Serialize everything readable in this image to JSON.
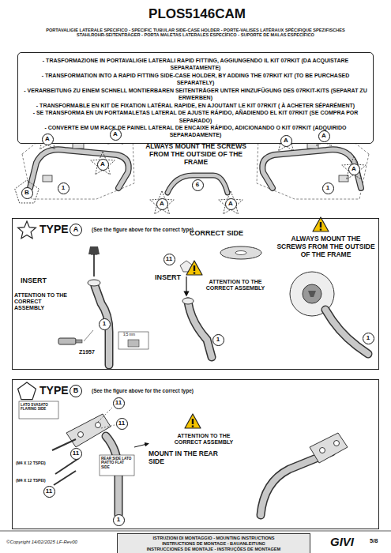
{
  "diagram": {
    "title": "PLOS5146CAM",
    "nodes": [
      {
        "text": [
          "- TRASFORMAZIONE IN PORTAVALIGIE LATERALI RAPID FITTING, AGGIUNGENDO IL KIT 07RKIT (DA ACQUISTARE SEPARATAMENTE)",
          "- TRANSFORMATION INTO A RAPID FITTING SIDE-CASE HOLDER, BY ADDING THE 07RKIT KIT (TO BE PURCHASED SEPARATELY)",
          "- VERARBEITUNG ZU EINEM SCHNELL MONTIERBAREN SEITENTRÄGER UNTER HINZUFÜGUNG DES 07RKIT-KITS (SEPARAT ZU ERWERBEN)",
          "- TRANSFORMABLE EN KIT DE FIXATION LATÉRAL RAPIDE, EN AJOUTANT LE KIT 07RKIT ( À ACHETER SÉPARÉMENT)",
          "- SE TRANSFORMA EN UN PORTAMALETAS LATERAL DE AJUSTE RÁPIDO, AÑADIENDO EL KIT 07RKIT (SE COMPRA POR SEPARADO)",
          "- CONVERTE EM UM RACK DE PAINEL LATERAL DE ENCAIXE RÁPIDO, ADICIONANDO O KIT 07RKIT (ADQUIRIDO SEPARADAMENTE)"
        ]
      },
      {
        "text": [
          "TYPE",
          "A",
          "(See the figure above for the correct type)"
        ]
      },
      {
        "text": [
          "TYPE",
          "B",
          "(See the figure above for the correct type)"
        ]
      },
      {
        "text": [
          "ISTRUZIONI DI MONTAGGIO - MOUNTING INSTRUCTIONS",
          "INSTRUCTIONS DE MONTAGE - BAUANLEITUNG",
          "INSTRUCCIONES DE MONTAJE - INSTRUÇÕES DE MONTAGEM"
        ]
      }
    ],
    "labels": [
      "PORTAVALIGIE LATERALE SPECIFICO - SPECIFIC TUBULAR SIDE-CASE HOLDER - PORTE-VALISES LATÉRAUX SPÉCIFIQUE SPEZIFISCHES STAHLROHR-SEITENTRÄGER - PORTA MALETAS LATERALES ESPECÍFICO - SUPORTE DE MALAS ESPECÍFICO",
      "A",
      "A",
      "A",
      "B",
      "1",
      "ALWAYS MOUNT THE SCREWS FROM THE OUTSIDE OF THE FRAME",
      "6",
      "A",
      "A",
      "A",
      "A",
      "A",
      "1",
      "INSERT",
      "ATTENTION TO THE CORRECT ASSEMBLY",
      "1",
      "Z1957",
      "3,5 mm",
      "CORRECT SIDE",
      "11",
      "INSERT",
      "ATTENTION TO THE CORRECT ASSEMBLY",
      "1",
      "ALWAYS MOUNT THE SCREWS FROM THE OUTSIDE OF THE FRAME",
      "1",
      "LATO SVASATO FLARING SIDE",
      "11",
      "11",
      "11",
      "(M4 X 12 TSPEI)",
      "(M4 X 12 TSPEI)",
      "11",
      "REAR SIDE LATO PIATTO FLAT SIDE",
      "MOUNT IN THE REAR SIDE",
      "ATTENTION TO THE CORRECT ASSEMBLY",
      "1",
      "©Copyright 14/02/2025 LF-Rev00",
      "GIVI",
      "5/8"
    ]
  }
}
